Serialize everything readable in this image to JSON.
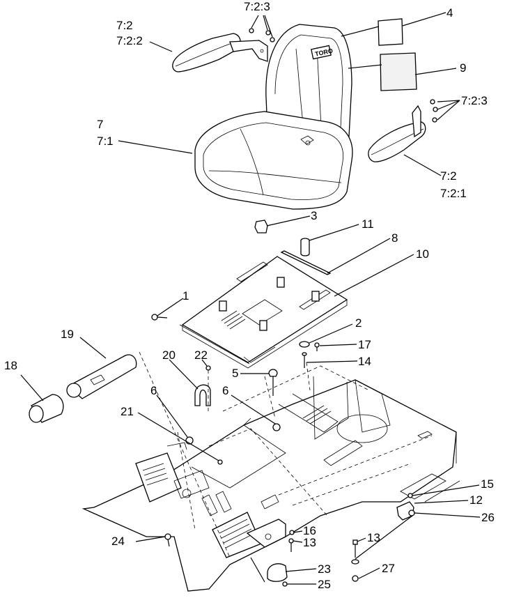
{
  "callouts": [
    {
      "id": "c-7-2-3-top",
      "text": "7:2:3"
    },
    {
      "id": "c-4",
      "text": "4"
    },
    {
      "id": "c-7-2-left",
      "text": "7:2"
    },
    {
      "id": "c-7-2-2",
      "text": "7:2:2"
    },
    {
      "id": "c-9",
      "text": "9"
    },
    {
      "id": "c-7-2-3-right",
      "text": "7:2:3"
    },
    {
      "id": "c-7",
      "text": "7"
    },
    {
      "id": "c-7-1",
      "text": "7:1"
    },
    {
      "id": "c-7-2-right",
      "text": "7:2"
    },
    {
      "id": "c-7-2-1",
      "text": "7:2:1"
    },
    {
      "id": "c-3",
      "text": "3"
    },
    {
      "id": "c-11",
      "text": "11"
    },
    {
      "id": "c-8",
      "text": "8"
    },
    {
      "id": "c-10",
      "text": "10"
    },
    {
      "id": "c-1",
      "text": "1"
    },
    {
      "id": "c-2",
      "text": "2"
    },
    {
      "id": "c-19",
      "text": "19"
    },
    {
      "id": "c-17",
      "text": "17"
    },
    {
      "id": "c-20",
      "text": "20"
    },
    {
      "id": "c-22",
      "text": "22"
    },
    {
      "id": "c-14",
      "text": "14"
    },
    {
      "id": "c-18",
      "text": "18"
    },
    {
      "id": "c-5",
      "text": "5"
    },
    {
      "id": "c-6-left",
      "text": "6"
    },
    {
      "id": "c-6-right",
      "text": "6"
    },
    {
      "id": "c-21",
      "text": "21"
    },
    {
      "id": "c-15",
      "text": "15"
    },
    {
      "id": "c-12",
      "text": "12"
    },
    {
      "id": "c-26",
      "text": "26"
    },
    {
      "id": "c-16",
      "text": "16"
    },
    {
      "id": "c-13-left",
      "text": "13"
    },
    {
      "id": "c-13-right",
      "text": "13"
    },
    {
      "id": "c-24",
      "text": "24"
    },
    {
      "id": "c-23",
      "text": "23"
    },
    {
      "id": "c-25",
      "text": "25"
    },
    {
      "id": "c-27",
      "text": "27"
    }
  ],
  "seat_logo": "TORO"
}
